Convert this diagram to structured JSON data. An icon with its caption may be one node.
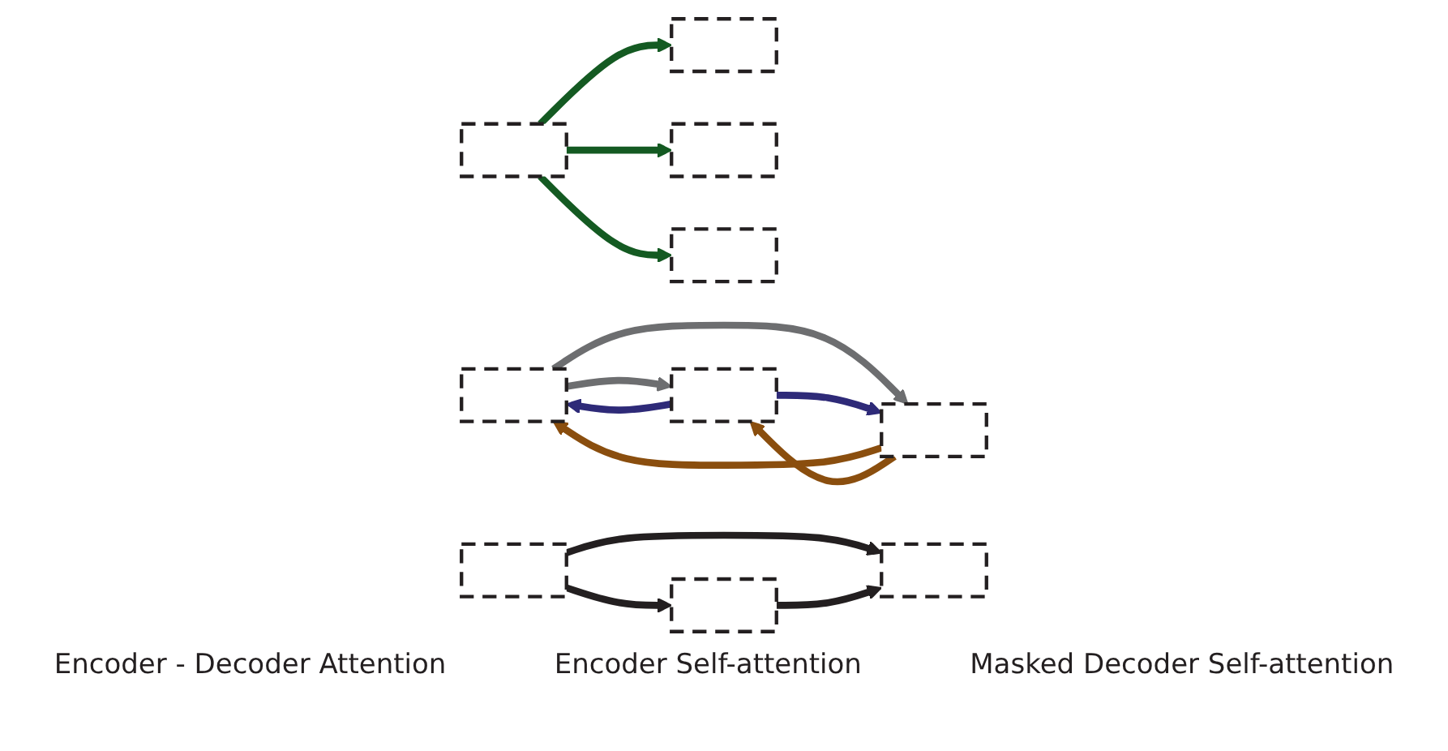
{
  "diagram": {
    "nodes": [
      {
        "text": [],
        "shape": "box"
      },
      {
        "text": [],
        "shape": "box"
      },
      {
        "text": [],
        "shape": "box"
      },
      {
        "text": [],
        "shape": "box"
      },
      {
        "text": [],
        "shape": "box"
      },
      {
        "text": [],
        "shape": "box"
      },
      {
        "text": [],
        "shape": "box"
      },
      {
        "text": [],
        "shape": "box"
      },
      {
        "text": [],
        "shape": "box"
      },
      {
        "text": [],
        "shape": "box"
      }
    ],
    "edges": [
      {
        "from": 3,
        "to": 0,
        "arrow": "to",
        "color": "#145a22"
      },
      {
        "from": 3,
        "to": 1,
        "arrow": "to",
        "color": "#145a22"
      },
      {
        "from": 3,
        "to": 2,
        "arrow": "to",
        "color": "#145a22"
      },
      {
        "from": 4,
        "to": 6,
        "arrow": "to",
        "color": "#6d6e70"
      },
      {
        "from": 4,
        "to": 5,
        "arrow": "to",
        "color": "#6d6e70"
      },
      {
        "from": 6,
        "to": 4,
        "arrow": "to",
        "color": "#2e2a78"
      },
      {
        "from": 6,
        "to": 5,
        "arrow": "to",
        "color": "#2e2a78"
      },
      {
        "from": 5,
        "to": 4,
        "arrow": "to",
        "color": "#8a4e0e"
      },
      {
        "from": 5,
        "to": 6,
        "arrow": "to",
        "color": "#8a4e0e"
      },
      {
        "from": 9,
        "to": 7,
        "arrow": "to",
        "color": "#231f20"
      },
      {
        "from": 9,
        "to": 8,
        "arrow": "to",
        "color": "#231f20"
      },
      {
        "from": 8,
        "to": 7,
        "arrow": "to",
        "color": "#231f20"
      }
    ],
    "labels": [
      "Encoder - Decoder Attention",
      "Encoder Self-attention",
      "Masked Decoder Self-attention"
    ]
  }
}
